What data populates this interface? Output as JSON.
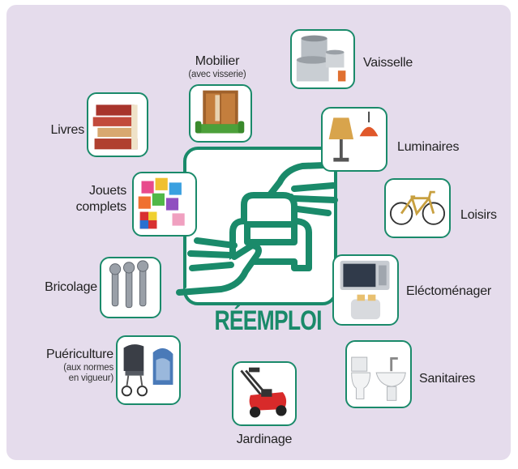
{
  "colors": {
    "accent": "#1a8a6a",
    "background": "#e5dcec",
    "tile_bg": "#ffffff",
    "text": "#222222"
  },
  "center": {
    "title": "RÉEMPLOI",
    "icon": "recycle-hands-sofa-icon"
  },
  "categories": {
    "mobilier": {
      "label": "Mobilier",
      "note": "(avec visserie)",
      "icon": "wardrobe-sofa-icon"
    },
    "vaisselle": {
      "label": "Vaisselle",
      "icon": "cooking-pots-icon"
    },
    "livres": {
      "label": "Livres",
      "icon": "books-icon"
    },
    "luminaires": {
      "label": "Luminaires",
      "icon": "lamps-icon"
    },
    "jouets": {
      "label_line1": "Jouets",
      "label_line2": "complets",
      "icon": "toy-blocks-icon"
    },
    "loisirs": {
      "label": "Loisirs",
      "icon": "bicycle-icon"
    },
    "bricolage": {
      "label": "Bricolage",
      "icon": "wrenches-icon"
    },
    "electromenager": {
      "label": "Eléctoménager",
      "icon": "microwave-toaster-icon"
    },
    "puericulture": {
      "label": "Puériculture",
      "note_line1": "(aux normes",
      "note_line2": "en vigueur)",
      "icon": "stroller-carseat-icon"
    },
    "sanitaires": {
      "label": "Sanitaires",
      "icon": "toilet-sink-icon"
    },
    "jardinage": {
      "label": "Jardinage",
      "icon": "lawnmower-icon"
    }
  }
}
